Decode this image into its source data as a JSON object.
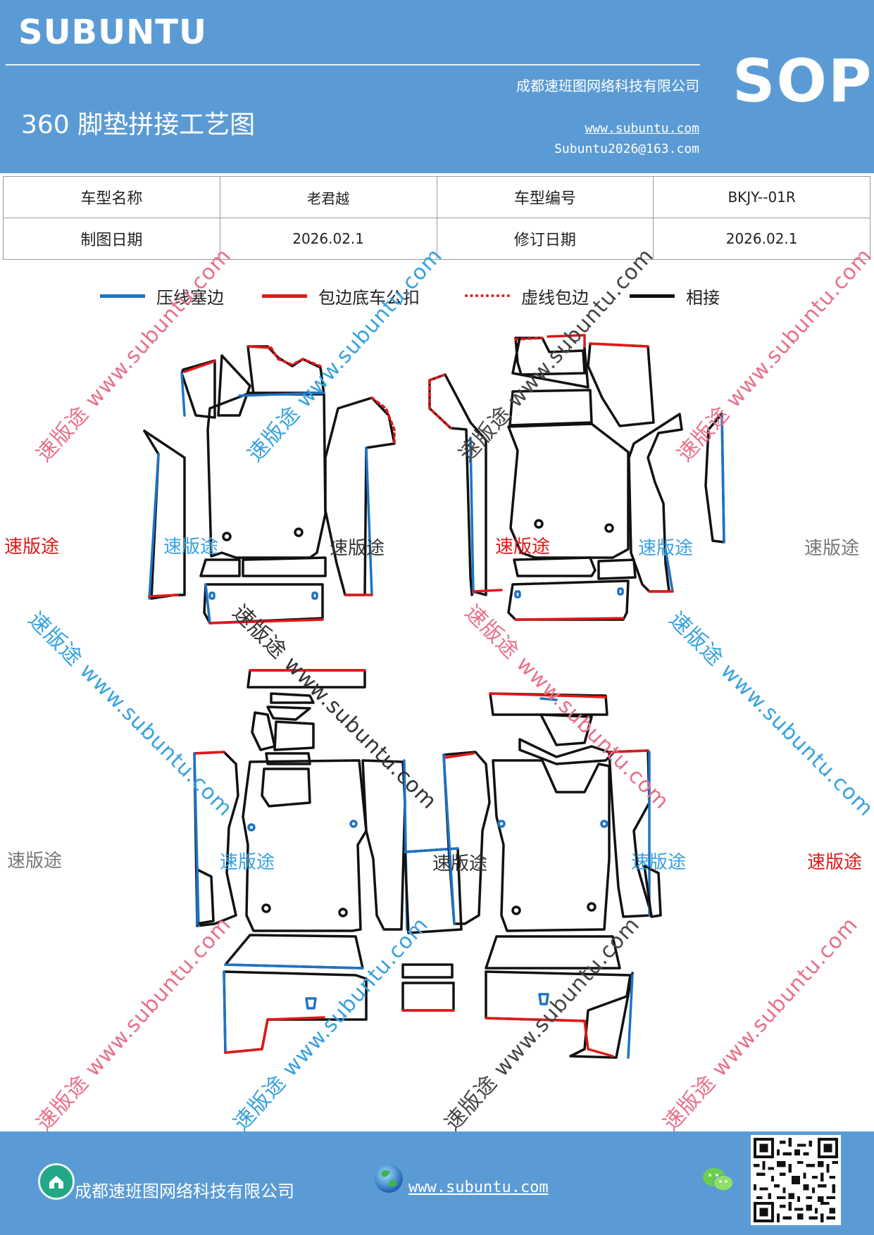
{
  "header": {
    "brand": "SUBUNTU",
    "company": "成都速班图网络科技有限公司",
    "title": "360 脚垫拼接工艺图",
    "website": "www.subuntu.com",
    "email": "Subuntu2026@163.com",
    "badge": "SOP"
  },
  "info_table": {
    "row1": {
      "label1": "车型名称",
      "value1": "老君越",
      "label2": "车型编号",
      "value2": "BKJY--01R"
    },
    "row2": {
      "label1": "制图日期",
      "value1": "2026.02.1",
      "label2": "修订日期",
      "value2": "2026.02.1"
    }
  },
  "legend": [
    {
      "label": "压线塞边",
      "color": "#1f73c4",
      "style": "solid"
    },
    {
      "label": "包边底车公扣",
      "color": "#e01818",
      "style": "solid"
    },
    {
      "label": "虚线包边",
      "color": "#e01818",
      "style": "dotted"
    },
    {
      "label": "相接",
      "color": "#111111",
      "style": "solid"
    }
  ],
  "watermarks": {
    "brand_cn": "速版途",
    "diagonal": "速版途 www.subuntu.com"
  },
  "colors": {
    "header_bg": "#5b9bd5",
    "blue_line": "#1f73c4",
    "red_line": "#e01818",
    "black_line": "#111111"
  },
  "footer": {
    "company": "成都速班图网络科技有限公司",
    "website": "www.subuntu.com",
    "icons": [
      "home-icon",
      "globe-icon",
      "wechat-icon",
      "qr-code"
    ]
  }
}
